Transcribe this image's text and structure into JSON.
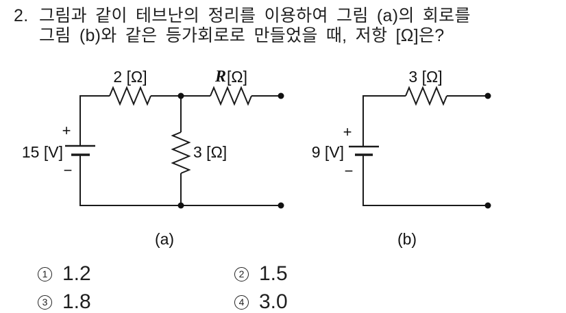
{
  "question": {
    "number": "2.",
    "line1": "그림과 같이 테브난의 정리를 이용하여 그림 (a)의 회로를",
    "line2": "그림 (b)와 같은 등가회로로 만들었을 때, 저항 [Ω]은?"
  },
  "figures": {
    "a": {
      "caption": "(a)",
      "source_label": "15 [V]",
      "source_plus": "+",
      "source_minus": "−",
      "series_resistor_label": "2 [Ω]",
      "unknown_resistor_symbol": "R",
      "unknown_resistor_unit": "[Ω]",
      "shunt_resistor_label": "3 [Ω]"
    },
    "b": {
      "caption": "(b)",
      "source_label": "9 [V]",
      "source_plus": "+",
      "source_minus": "−",
      "series_resistor_label": "3 [Ω]"
    }
  },
  "choices": [
    {
      "number": "1",
      "value": "1.2"
    },
    {
      "number": "2",
      "value": "1.5"
    },
    {
      "number": "3",
      "value": "1.8"
    },
    {
      "number": "4",
      "value": "3.0"
    }
  ],
  "colors": {
    "ink": "#1a1a1a",
    "background": "#ffffff"
  }
}
